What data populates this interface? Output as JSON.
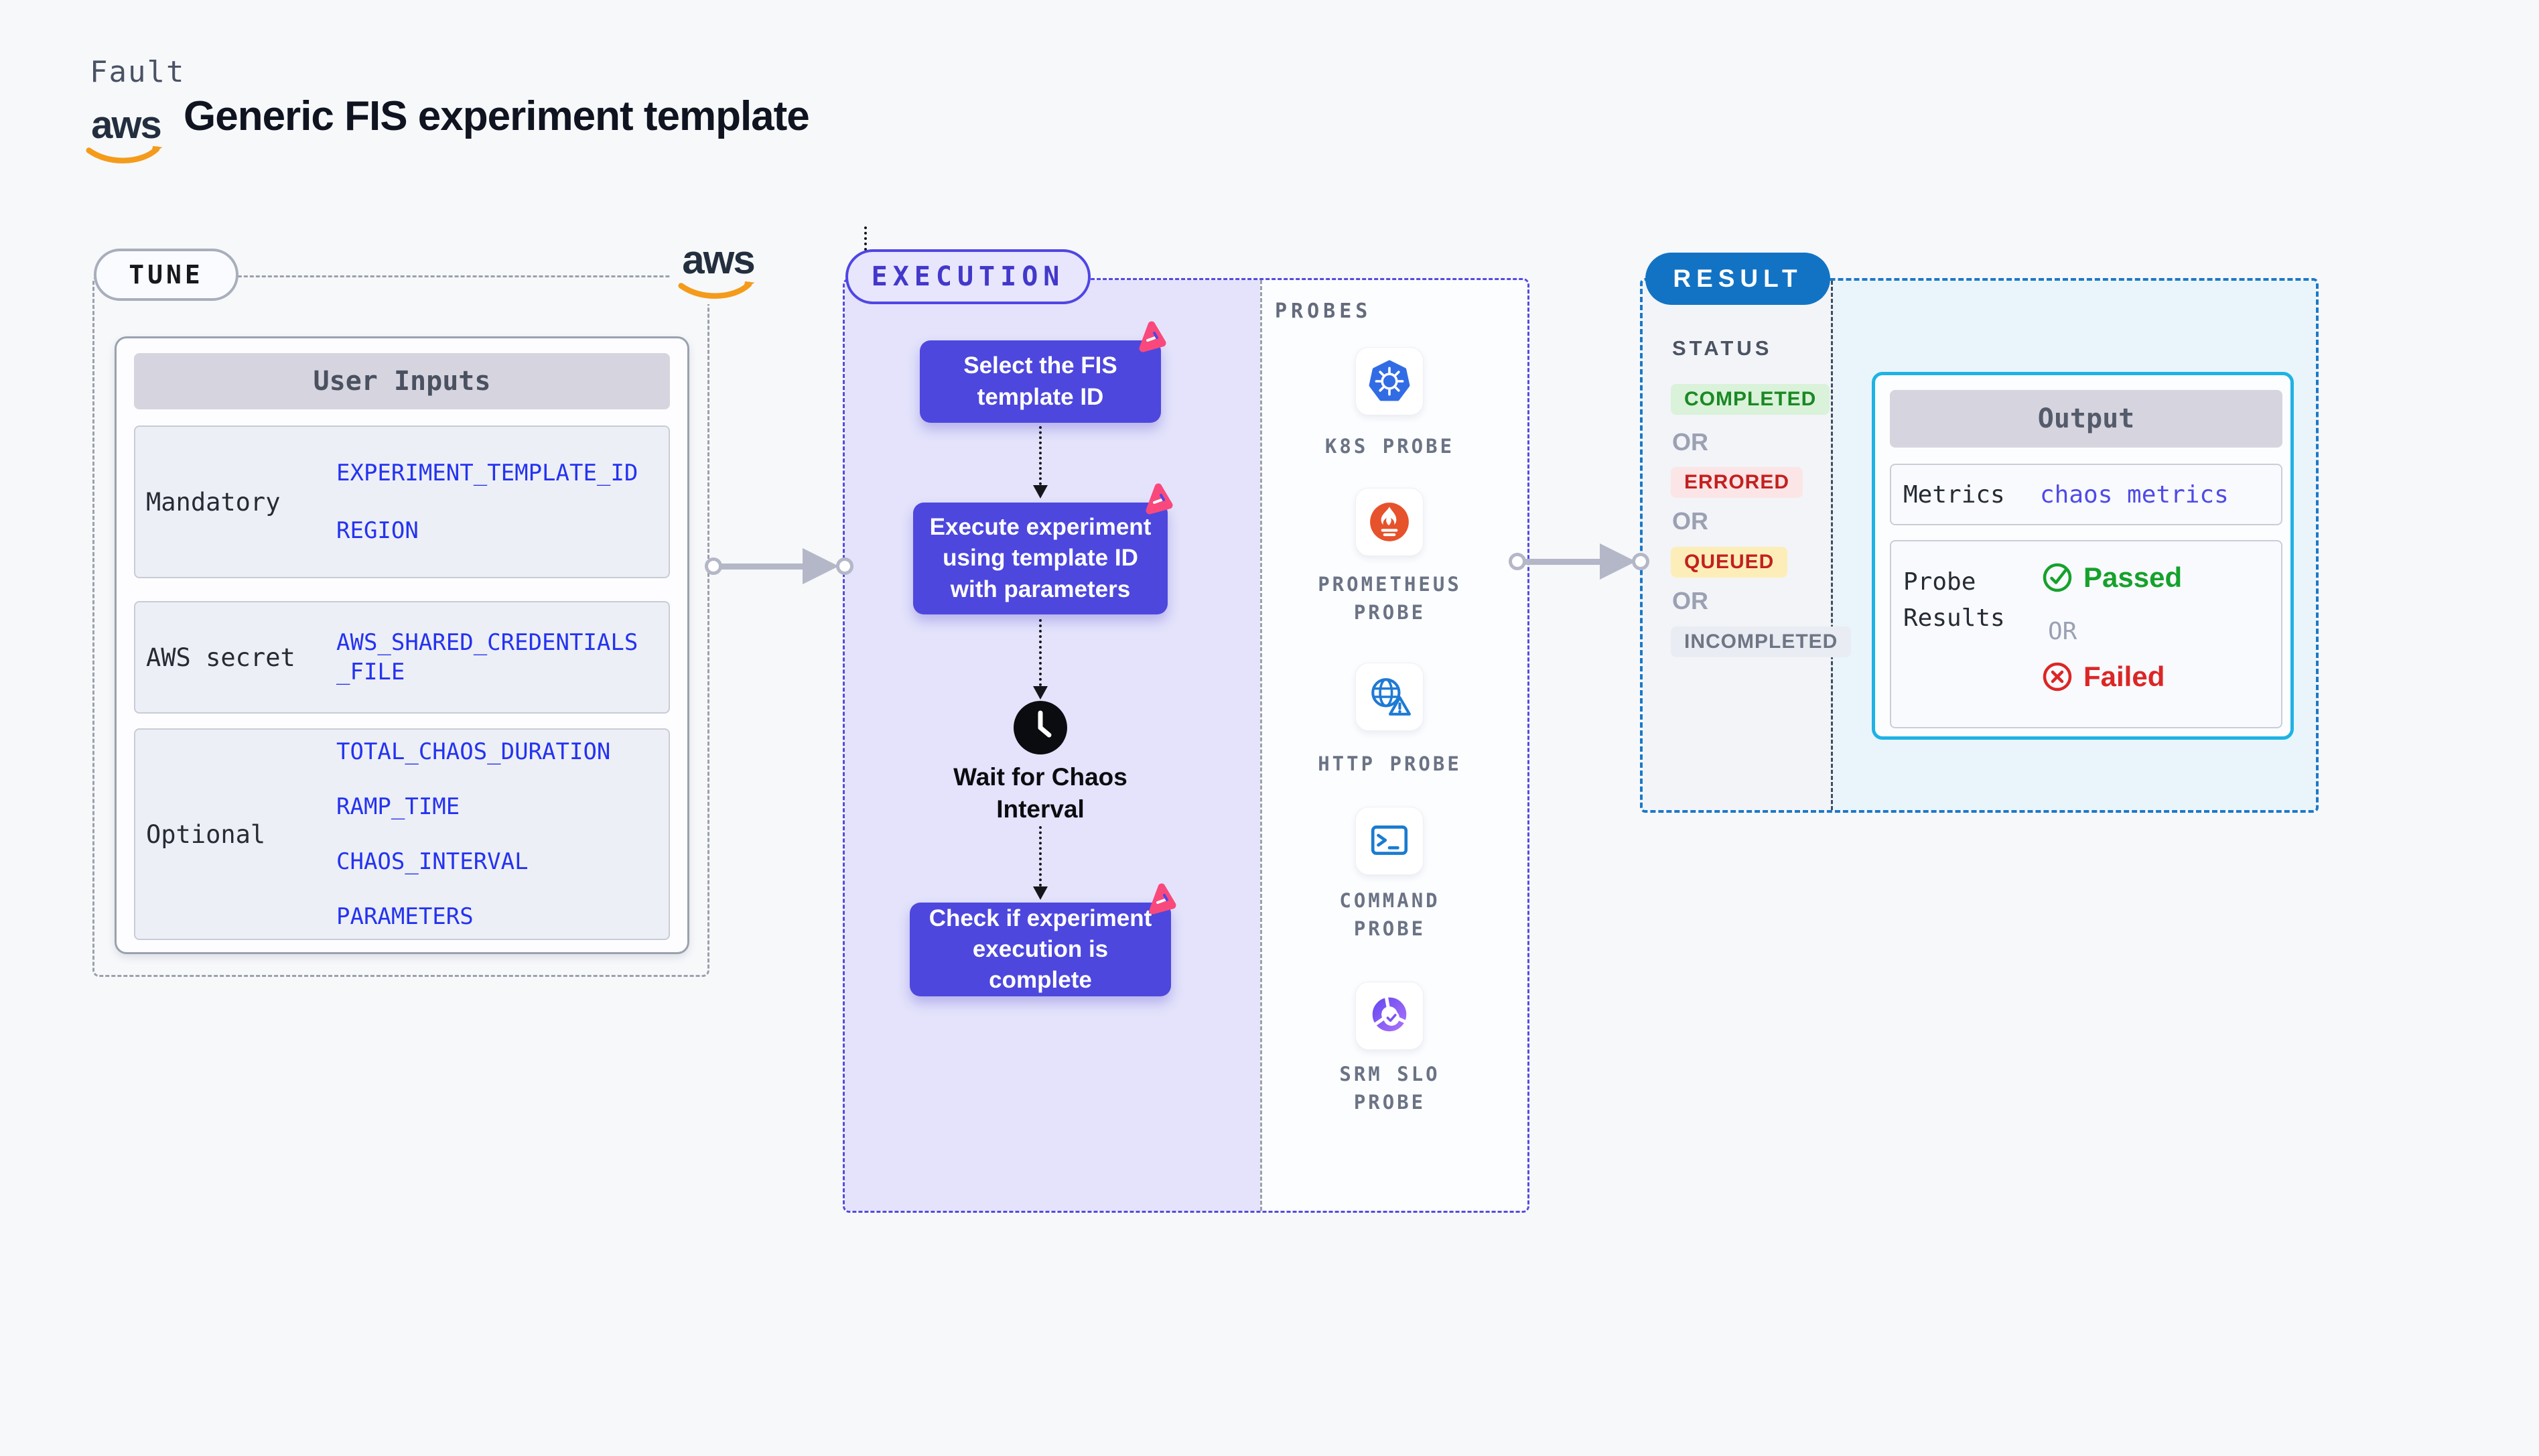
{
  "header": {
    "brand": "Fault",
    "title": "Generic FIS experiment template"
  },
  "aws_logo": {
    "text": "aws"
  },
  "tune": {
    "label": "TUNE",
    "table": {
      "header": "User Inputs",
      "rows": [
        {
          "label": "Mandatory",
          "values": [
            "EXPERIMENT_TEMPLATE_ID",
            "REGION"
          ]
        },
        {
          "label": "AWS secret",
          "values": [
            "AWS_SHARED_CREDENTIALS_FILE"
          ]
        },
        {
          "label": "Optional",
          "values": [
            "TOTAL_CHAOS_DURATION",
            "RAMP_TIME",
            "CHAOS_INTERVAL",
            "PARAMETERS"
          ]
        }
      ]
    }
  },
  "execution": {
    "label": "EXECUTION",
    "steps": [
      "Select the FIS template ID",
      "Execute experiment using template ID with parameters",
      "Wait for Chaos Interval",
      "Check if experiment execution is complete"
    ]
  },
  "probes": {
    "label": "PROBES",
    "items": [
      {
        "label": "K8S PROBE",
        "icon": "kubernetes-icon"
      },
      {
        "label": "PROMETHEUS PROBE",
        "icon": "prometheus-icon"
      },
      {
        "label": "HTTP PROBE",
        "icon": "http-globe-icon"
      },
      {
        "label": "COMMAND PROBE",
        "icon": "command-terminal-icon"
      },
      {
        "label": "SRM SLO PROBE",
        "icon": "srm-slo-donut-icon"
      }
    ]
  },
  "result": {
    "label": "RESULT",
    "status": {
      "label": "STATUS",
      "or": "OR",
      "badges": [
        {
          "text": "COMPLETED",
          "type": "success"
        },
        {
          "text": "ERRORED",
          "type": "error"
        },
        {
          "text": "QUEUED",
          "type": "warning"
        },
        {
          "text": "INCOMPLETED",
          "type": "neutral"
        }
      ]
    },
    "output": {
      "header": "Output",
      "metrics_label": "Metrics",
      "metrics_value": "chaos metrics",
      "probe_results_label": "Probe Results",
      "passed": "Passed",
      "or": "OR",
      "failed": "Failed"
    }
  },
  "colors": {
    "page-bg": "#f7f8fa",
    "indigo": "#4f46e5",
    "indigo-box": "#4d47de",
    "lavender": "#e4e3fb",
    "accent-blue": "#1273c4",
    "result-dash": "#1b79c9",
    "cyan": "#1fb2e5",
    "value-blue": "#2433f0",
    "metrics-blue": "#4f4ae8",
    "green": "#16a12c",
    "red": "#dc2626",
    "pink": "#f9497c",
    "aws-orange": "#f49b1b",
    "gray-dash": "#9aa1ad",
    "arrow-gray": "#b4b7c7"
  }
}
